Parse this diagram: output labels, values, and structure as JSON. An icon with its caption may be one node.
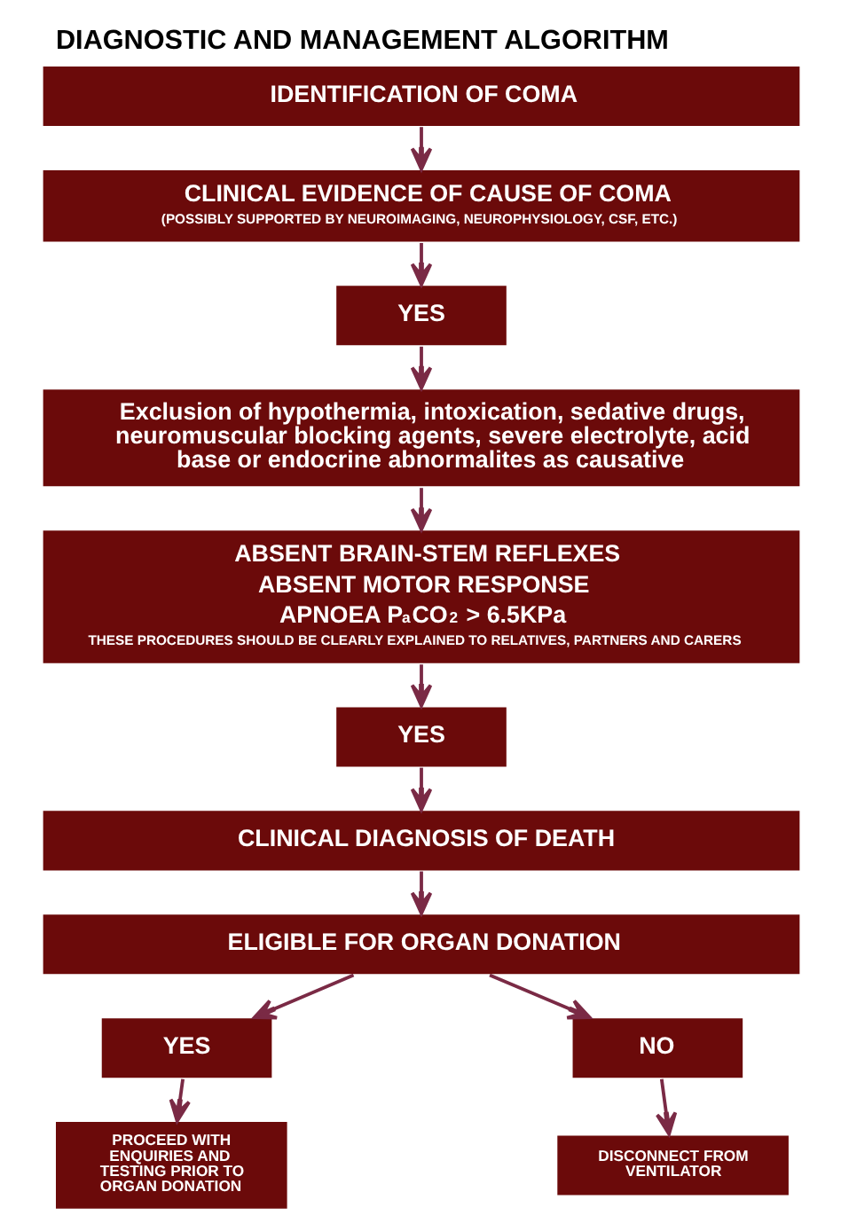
{
  "diagram": {
    "title": "DIAGNOSTIC AND MANAGEMENT ALGORITHM",
    "nodes": [
      {
        "text": [
          "IDENTIFICATION OF COMA"
        ]
      },
      {
        "text": [
          "CLINICAL EVIDENCE OF CAUSE OF COMA",
          "(POSSIBLY SUPPORTED BY NEUROIMAGING, NEUROPHYSIOLOGY, CSF, ETC.)"
        ]
      },
      {
        "text": [
          "YES"
        ]
      },
      {
        "text": [
          "Exclusion of hypothermia, intoxication, sedative drugs, neuromuscular blocking agents, severe electrolyte, acid base or endocrine abnormalites as causative"
        ]
      },
      {
        "text": [
          "ABSENT BRAIN-STEM REFLEXES",
          "ABSENT MOTOR RESPONSE",
          "APNOEA P$_{a}$CO$_{2}$ > 6.5KPa",
          "THESE PROCEDURES SHOULD BE CLEARLY EXPLAINED TO RELATIVES, PARTNERS AND CARERS"
        ]
      },
      {
        "text": [
          "YES"
        ]
      },
      {
        "text": [
          "CLINICAL DIAGNOSIS OF DEATH"
        ]
      },
      {
        "text": [
          "ELIGIBLE FOR ORGAN DONATION"
        ]
      },
      {
        "text": [
          "YES"
        ]
      },
      {
        "text": [
          "NO"
        ]
      },
      {
        "text": [
          "PROCEED WITH ENQUIRIES AND TESTING PRIOR TO ORGAN DONATION"
        ]
      },
      {
        "text": [
          "DISCONNECT FROM VENTILATOR"
        ]
      }
    ],
    "edges": [
      {
        "from": 0,
        "to": 1,
        "arrow": "to"
      },
      {
        "from": 1,
        "to": 2,
        "arrow": "to"
      },
      {
        "from": 2,
        "to": 3,
        "arrow": "to"
      },
      {
        "from": 3,
        "to": 4,
        "arrow": "to"
      },
      {
        "from": 4,
        "to": 5,
        "arrow": "to"
      },
      {
        "from": 5,
        "to": 6,
        "arrow": "to"
      },
      {
        "from": 6,
        "to": 7,
        "arrow": "to"
      },
      {
        "from": 7,
        "to": 8,
        "arrow": "to"
      },
      {
        "from": 7,
        "to": 9,
        "arrow": "to"
      },
      {
        "from": 8,
        "to": 10,
        "arrow": "to"
      },
      {
        "from": 9,
        "to": 11,
        "arrow": "to"
      }
    ]
  }
}
